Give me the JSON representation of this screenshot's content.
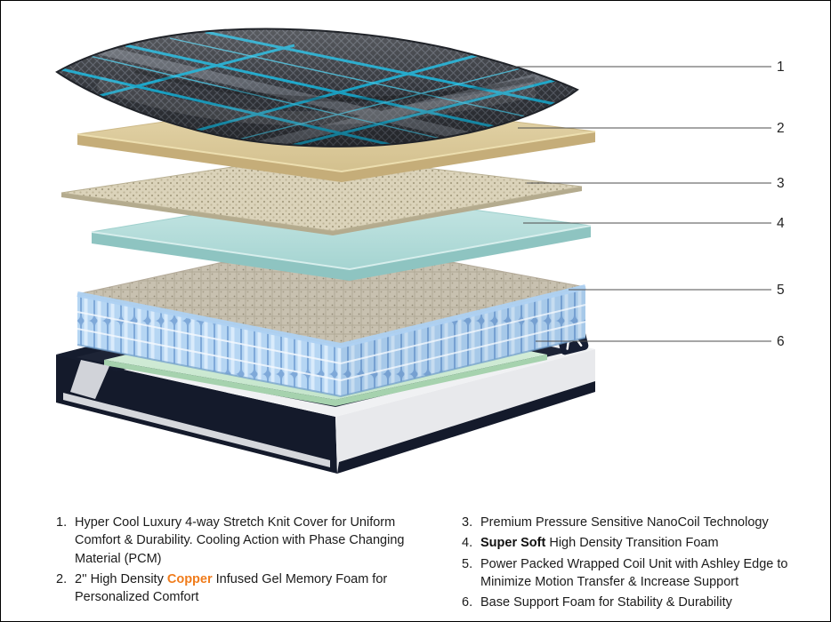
{
  "figure": {
    "type": "exploded-layer-diagram",
    "subject": "mattress cross-section",
    "callouts": [
      {
        "label": "1",
        "target": "stretch-knit-cover"
      },
      {
        "label": "2",
        "target": "copper-gel-memory-foam"
      },
      {
        "label": "3",
        "target": "nanocoil-layer"
      },
      {
        "label": "4",
        "target": "transition-foam"
      },
      {
        "label": "5",
        "target": "wrapped-coil-unit"
      },
      {
        "label": "6",
        "target": "base-support-foam"
      }
    ],
    "colors": {
      "accent_teal": "#18b2d8",
      "copper_orange": "#f07c1c",
      "cover_charcoal": "#33363c",
      "memory_foam_tan": "#dccb9e",
      "nanocoil_khaki": "#d9d1b8",
      "transition_foam_blue": "#b9e0de",
      "coil_blue": "#b6d6f3",
      "base_foam_green": "#d3ecd8",
      "base_navy": "#141a2b"
    }
  },
  "legend": {
    "left": [
      {
        "num": "1.",
        "pre": "Hyper Cool Luxury 4-way Stretch Knit Cover for Uniform Comfort & Durability. Cooling Action with Phase Changing Material (PCM)",
        "highlight": "",
        "post": ""
      },
      {
        "num": "2.",
        "pre": "2'' High Density ",
        "highlight": "Copper",
        "post": " Infused Gel Memory Foam for Personalized Comfort"
      }
    ],
    "right": [
      {
        "num": "3.",
        "pre": "Premium Pressure Sensitive NanoCoil Technology",
        "highlight": "",
        "post": ""
      },
      {
        "num": "4.",
        "pre": "",
        "highlight": "Super Soft",
        "post": " High Density Transition Foam"
      },
      {
        "num": "5.",
        "pre": "Power Packed Wrapped Coil Unit with Ashley Edge to Minimize Motion Transfer & Increase Support",
        "highlight": "",
        "post": ""
      },
      {
        "num": "6.",
        "pre": "Base Support Foam for Stability & Durability",
        "highlight": "",
        "post": ""
      }
    ]
  }
}
